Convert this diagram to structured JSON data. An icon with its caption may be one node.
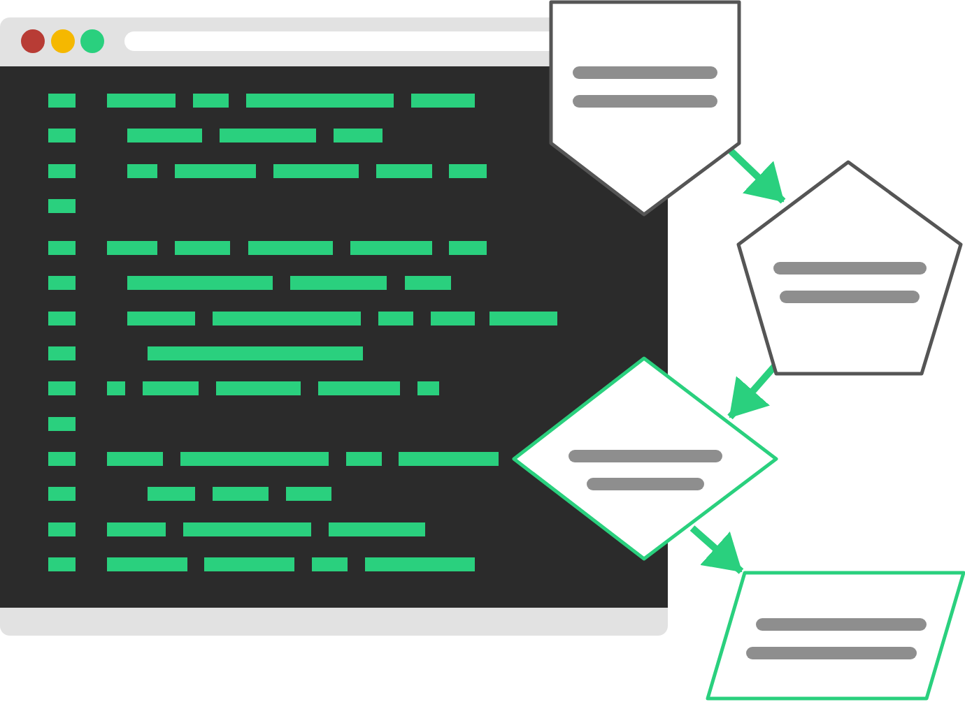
{
  "diagram": {
    "nodes": [
      {
        "text": [],
        "shape": "pentagon"
      },
      {
        "text": [],
        "shape": "pentagon"
      },
      {
        "text": [],
        "shape": "diamond"
      },
      {
        "text": [],
        "shape": "parallelogram"
      }
    ],
    "edges": [
      {
        "from": 0,
        "to": 1,
        "arrow": "to"
      },
      {
        "from": 1,
        "to": 2,
        "arrow": "to"
      },
      {
        "from": 2,
        "to": 3,
        "arrow": "to"
      }
    ]
  }
}
